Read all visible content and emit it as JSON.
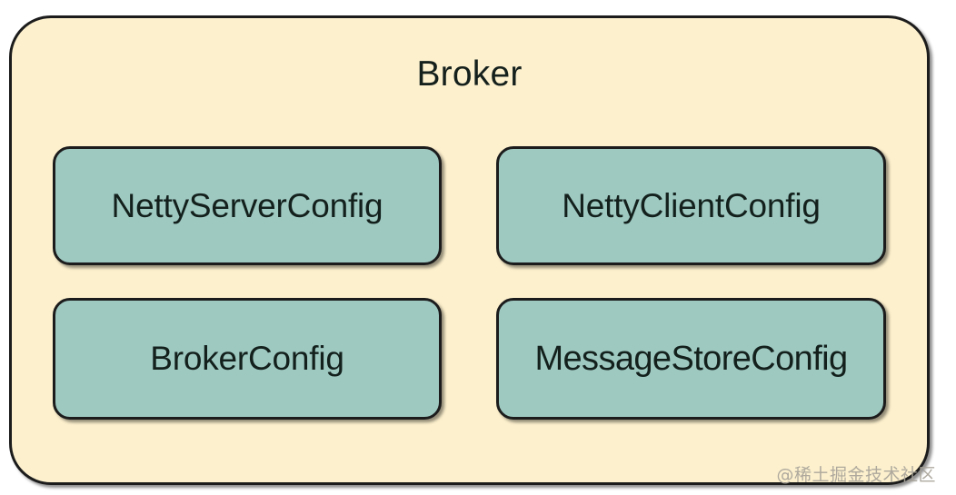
{
  "diagram": {
    "type": "nested-block-diagram",
    "container": {
      "title": "Broker",
      "fill_color": "#FCF0CD",
      "border_color": "#1C1C1C"
    },
    "boxes": [
      {
        "label": "NettyServerConfig",
        "row": 1,
        "col": 1
      },
      {
        "label": "NettyClientConfig",
        "row": 1,
        "col": 2
      },
      {
        "label": "BrokerConfig",
        "row": 2,
        "col": 1
      },
      {
        "label": "MessageStoreConfig",
        "row": 2,
        "col": 2
      }
    ],
    "box_fill_color": "#9EC9C1",
    "box_border_color": "#1C1C1C"
  },
  "watermark": {
    "text": "@稀土掘金技术社区",
    "color": "#a9a49a"
  }
}
